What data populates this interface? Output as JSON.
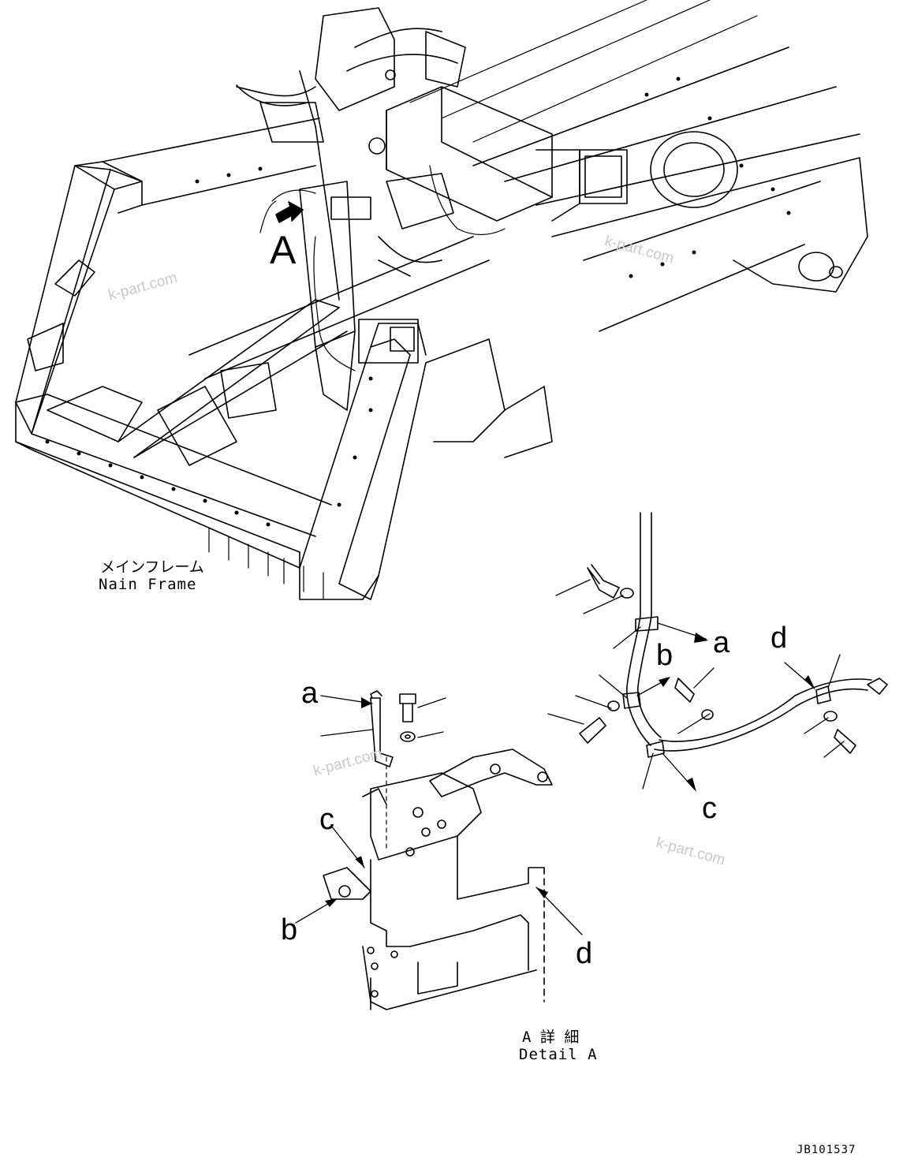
{
  "main_view": {
    "callout": "A",
    "label_jp": "メインフレーム",
    "label_en": "Nain Frame"
  },
  "detail_view": {
    "label_jp": "A 詳 細",
    "label_en": "Detail A",
    "bracket_refs": [
      "a",
      "b",
      "c",
      "d"
    ],
    "harness_refs": [
      "a",
      "b",
      "c",
      "d"
    ]
  },
  "drawing_number": "JB101537",
  "watermark": "k-part.com"
}
